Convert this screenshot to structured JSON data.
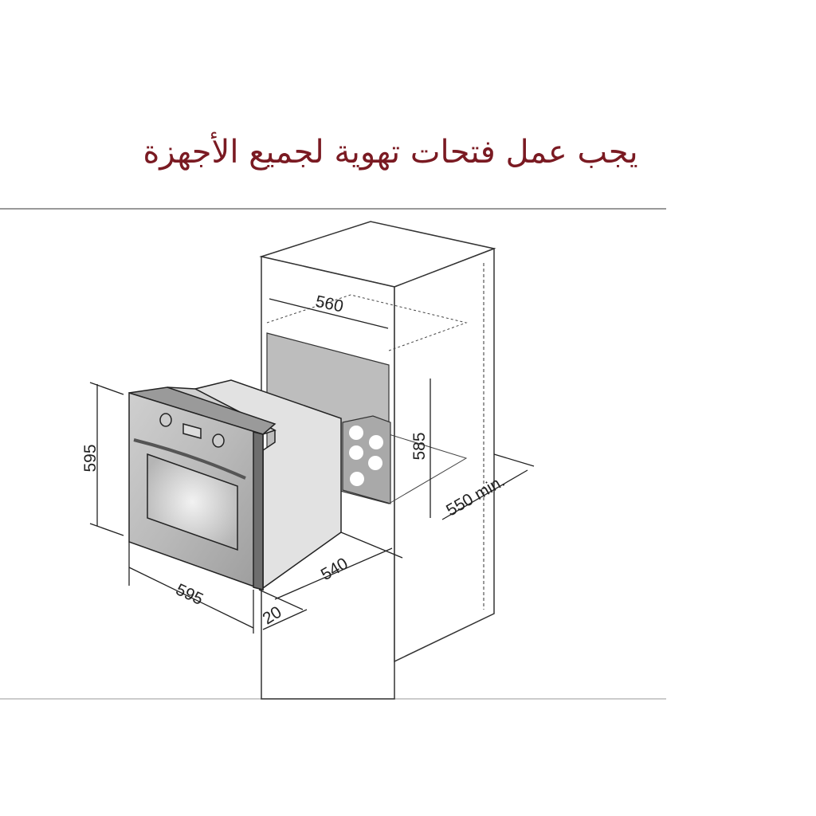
{
  "title": "يجب عمل فتحات تهوية لجميع الأجهزة",
  "dimensions": {
    "oven_height": "595",
    "oven_width": "595",
    "oven_depth": "540",
    "front_panel": "20",
    "niche_width": "560",
    "niche_height": "585",
    "niche_depth": "550 min."
  },
  "colors": {
    "title": "#7a1a22",
    "line": "#222222",
    "niche": "#bdbdbd"
  }
}
